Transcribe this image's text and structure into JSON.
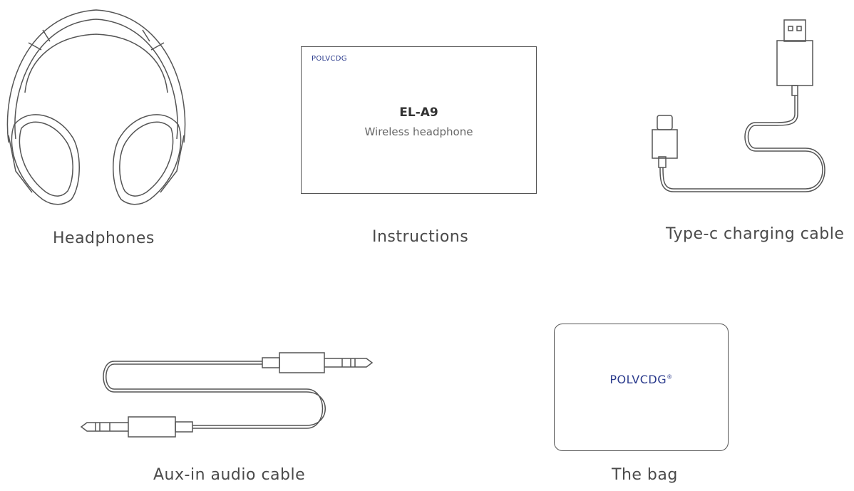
{
  "items": {
    "headphones": {
      "caption": "Headphones"
    },
    "instructions": {
      "caption": "Instructions",
      "brand": "POLVCDG",
      "model": "EL-A9",
      "subtitle": "Wireless headphone"
    },
    "charging_cable": {
      "caption": "Type-c charging cable"
    },
    "aux_cable": {
      "caption": "Aux-in audio cable"
    },
    "bag": {
      "caption": "The bag",
      "brand": "POLVCDG",
      "trademark": "®"
    }
  },
  "colors": {
    "line": "#555555",
    "brand": "#2a3a8c",
    "text": "#4a4a4a"
  }
}
